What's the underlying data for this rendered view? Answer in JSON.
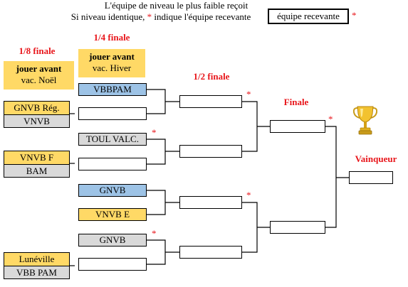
{
  "header": {
    "line1": "L'équipe de niveau le plus faible reçoit",
    "line2_prefix": "Si niveau identique, ",
    "line2_star": "*",
    "line2_suffix": " indique l'équipe recevante"
  },
  "legend": {
    "label": "équipe recevante",
    "star": "*"
  },
  "rounds": {
    "eighth": "1/8 finale",
    "quarter": "1/4 finale",
    "semi": "1/2 finale",
    "final": "Finale",
    "winner": "Vainqueur"
  },
  "notes": {
    "eighth": {
      "title": "jouer avant",
      "sub": "vac. Noël"
    },
    "quarter": {
      "title": "jouer avant",
      "sub": "vac. Hiver"
    }
  },
  "eighth_matches": [
    {
      "top": "GNVB Rég.",
      "bottom": "VNVB"
    },
    {
      "top": "VNVB F",
      "bottom": "BAM"
    },
    {
      "top": "Lunéville",
      "bottom": "VBB PAM"
    }
  ],
  "quarter_slots": [
    "VBBPAM",
    "",
    "TOUL VALC.",
    "",
    "GNVB",
    "VNVB E",
    "GNVB",
    ""
  ],
  "star": "*"
}
